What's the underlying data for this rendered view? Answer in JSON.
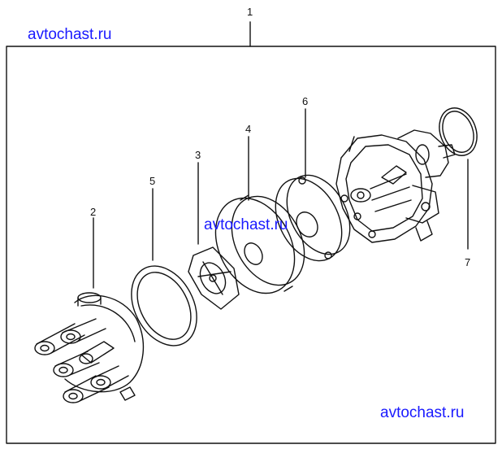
{
  "watermarks": {
    "top": "avtochast.ru",
    "middle": "avtochast.ru",
    "bottom": "avtochast.ru"
  },
  "callouts": {
    "assembly": "1",
    "cap": "2",
    "rotor": "3",
    "shield": "4",
    "cap_seal": "5",
    "housing_cover": "6",
    "o_ring": "7"
  }
}
